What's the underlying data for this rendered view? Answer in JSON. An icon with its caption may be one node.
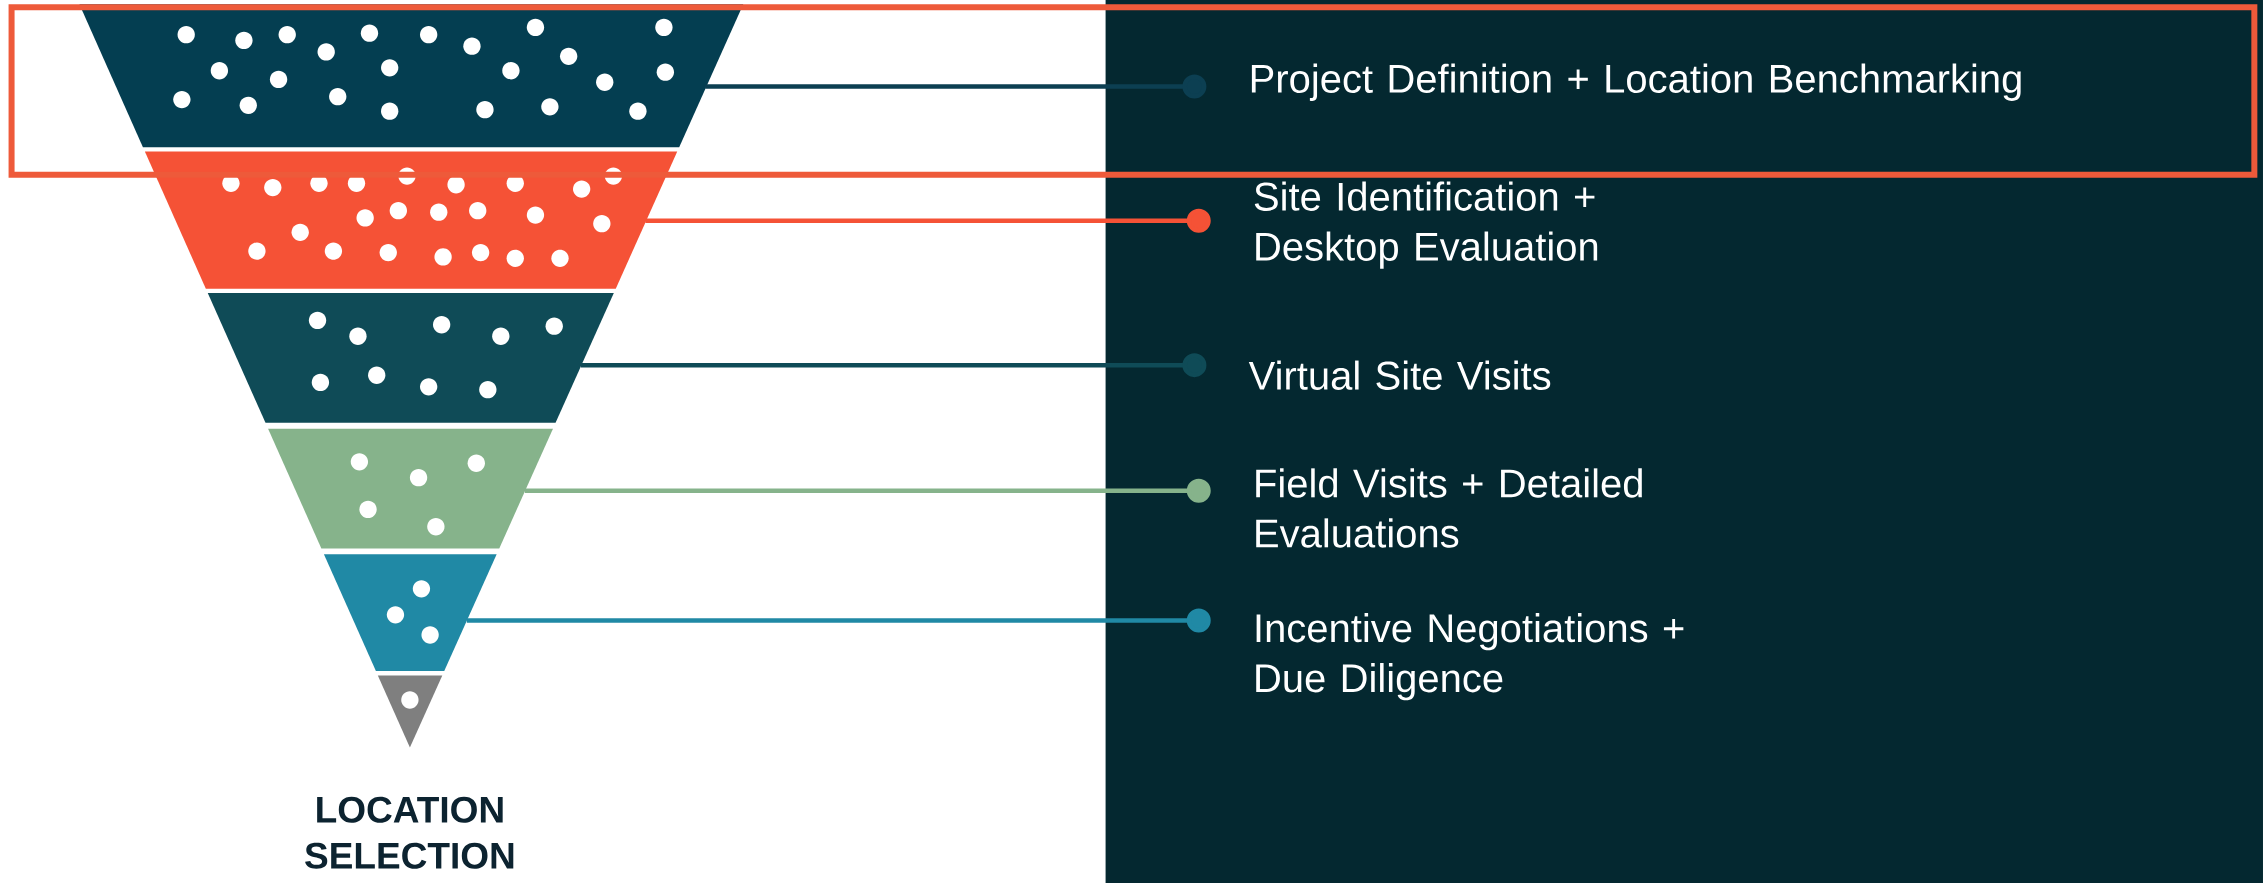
{
  "diagram": {
    "nodes": [
      {
        "text": [],
        "shape": "trapezoid"
      },
      {
        "text": [],
        "shape": "trapezoid"
      },
      {
        "text": [],
        "shape": "trapezoid"
      },
      {
        "text": [],
        "shape": "trapezoid"
      },
      {
        "text": [],
        "shape": "trapezoid"
      },
      {
        "text": [],
        "shape": "triangle"
      },
      {
        "text": [
          "Project Definition + Location Benchmarking"
        ]
      },
      {
        "text": [
          "Site Identification + Desktop Evaluation"
        ]
      },
      {
        "text": [
          "Virtual Site Visits"
        ]
      },
      {
        "text": [
          "Field Visits + Detailed Evaluations"
        ]
      },
      {
        "text": [
          "Incentive Negotiations + Due Diligence"
        ]
      }
    ],
    "edges": [
      {
        "from": 0,
        "to": 6,
        "arrow": "other",
        "color": "#0c3f52"
      },
      {
        "from": 1,
        "to": 7,
        "arrow": "other",
        "color": "#f55236"
      },
      {
        "from": 2,
        "to": 8,
        "arrow": "other",
        "color": "#0f4b57"
      },
      {
        "from": 3,
        "to": 9,
        "arrow": "other",
        "color": "#86b38b"
      },
      {
        "from": 4,
        "to": 10,
        "arrow": "other",
        "color": "#2089a5"
      }
    ],
    "labels": [
      "LOCATION SELECTION"
    ]
  }
}
